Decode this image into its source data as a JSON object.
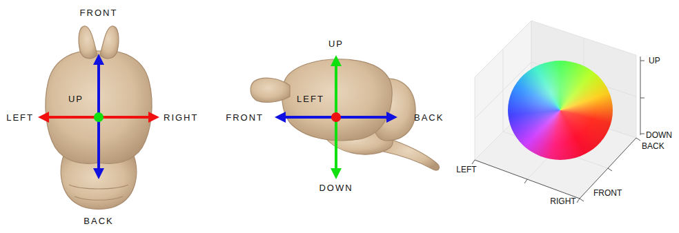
{
  "diagram": {
    "labels": [
      "FRONT",
      "UP",
      "LEFT",
      "RIGHT",
      "BACK",
      "UP",
      "LEFT",
      "FRONT",
      "BACK",
      "DOWN",
      "UP",
      "DOWN",
      "BACK",
      "LEFT",
      "FRONT",
      "RIGHT"
    ]
  }
}
